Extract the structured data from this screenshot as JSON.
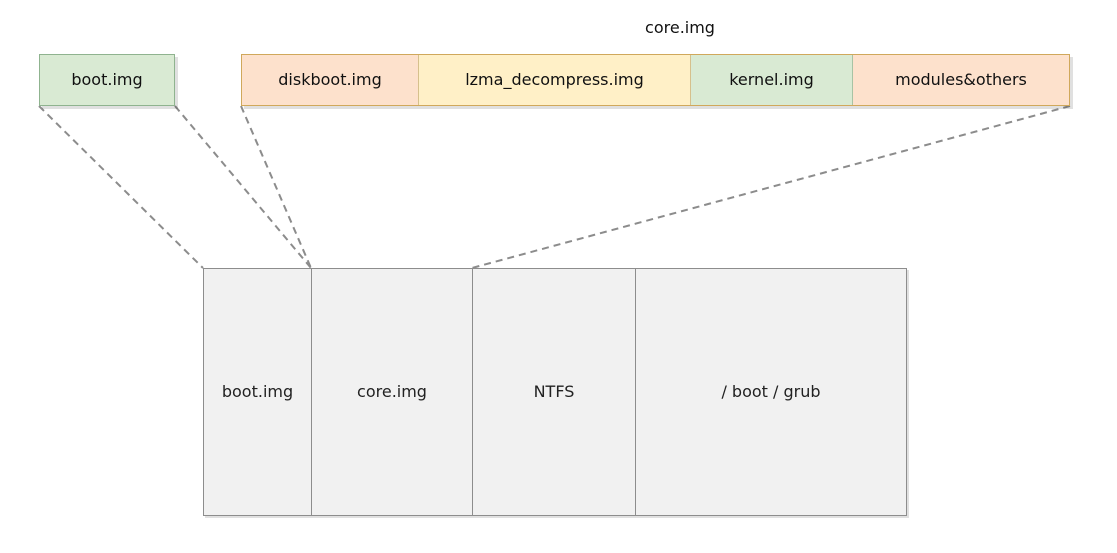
{
  "diagram": {
    "title": "core.img",
    "top": {
      "boot": "boot.img",
      "core_segments": [
        "diskboot.img",
        "lzma_decompress.img",
        "kernel.img",
        "modules&others"
      ]
    },
    "disk": {
      "partitions": [
        "boot.img",
        "core.img",
        "NTFS",
        "/ boot / grub"
      ]
    },
    "colors": {
      "green": "#d9ead3",
      "orange": "#fde1cc",
      "yellow": "#fff0c7",
      "disk_gray": "#f1f1f1",
      "border_gray": "#8d8d8d",
      "dash_gray": "#8c8c8c"
    }
  }
}
